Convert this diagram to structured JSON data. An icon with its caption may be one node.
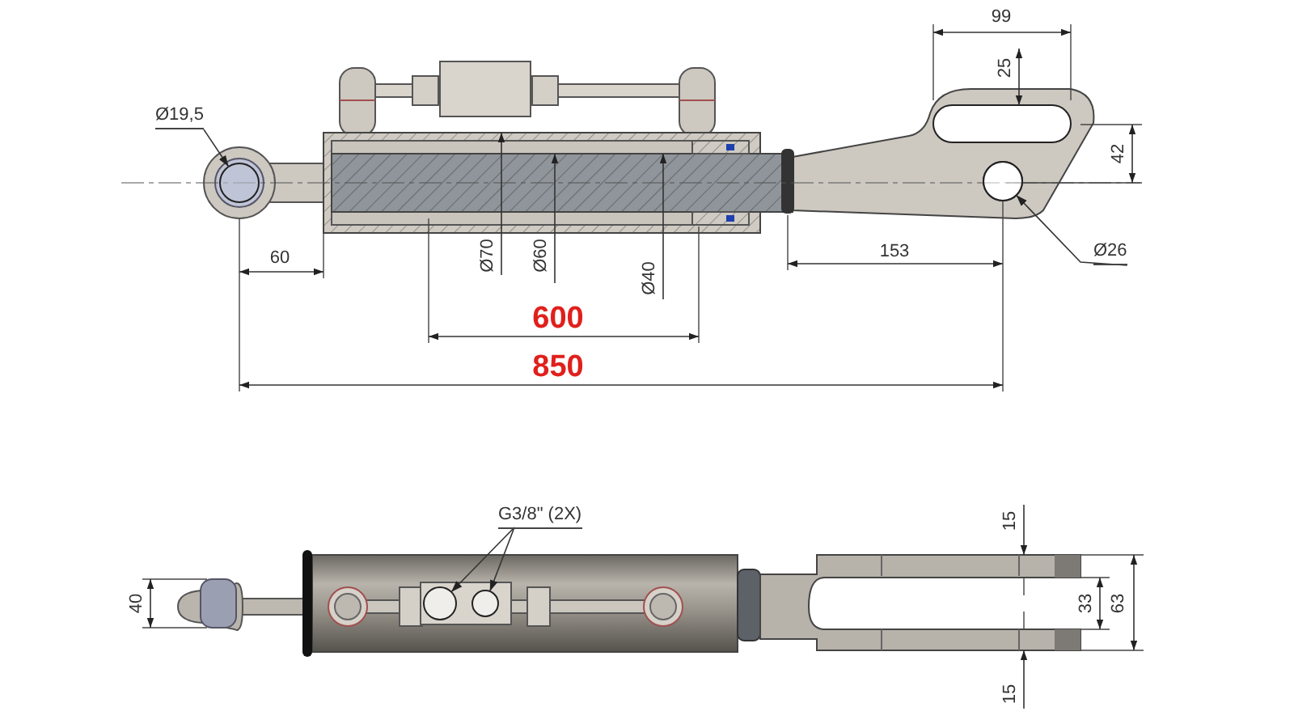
{
  "diagram": {
    "nodes": [
      {
        "text": [
          "Ø19,5"
        ]
      },
      {
        "text": [],
        "shape": "circle"
      },
      {
        "text": [
          "Ø26"
        ]
      },
      {
        "text": [],
        "shape": "circle"
      },
      {
        "text": [
          "G3/8\" (2X)"
        ]
      },
      {
        "text": [],
        "shape": "circle"
      },
      {
        "text": [],
        "shape": "circle"
      }
    ],
    "edges": [
      {
        "from": 0,
        "to": 1,
        "arrow": "to"
      },
      {
        "from": 2,
        "to": 3,
        "arrow": "to"
      },
      {
        "from": 4,
        "to": 5,
        "arrow": "to"
      },
      {
        "from": 4,
        "to": 6,
        "arrow": "to"
      }
    ],
    "labels": [
      "99",
      "25",
      "42",
      "60",
      "Ø70",
      "Ø60",
      "Ø40",
      "153",
      "600",
      "850",
      "15",
      "40",
      "33",
      "63",
      "15"
    ]
  }
}
